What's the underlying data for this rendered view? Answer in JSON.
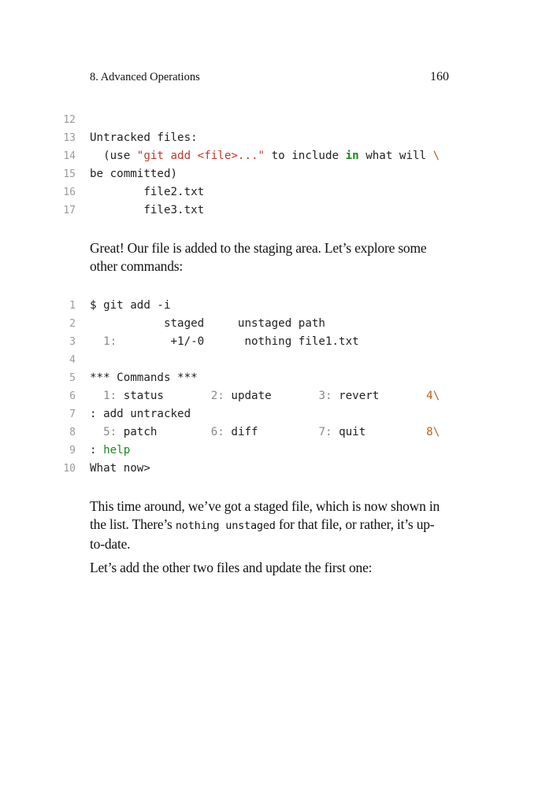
{
  "header": {
    "chapter": "8. Advanced Operations",
    "page_number": "160"
  },
  "code_block_1": {
    "line_numbers": [
      "12",
      "13",
      "14",
      "15",
      "16",
      "17"
    ],
    "lines": [
      "",
      "Untracked files:",
      "  (use \"git add <file>...\" to include in what will \\",
      "be committed)",
      "        file2.txt",
      "        file3.txt"
    ],
    "l14": {
      "pre": "  (use ",
      "str": "\"git add <file>...\"",
      "mid": " to include ",
      "kw": "in",
      "post": " what will ",
      "bs": "\\"
    }
  },
  "paragraph_1": "Great! Our file is added to the staging area. Let’s explore some other commands:",
  "code_block_2": {
    "line_numbers": [
      "1",
      "2",
      "3",
      "4",
      "5",
      "6",
      "7",
      "8",
      "9",
      "10"
    ],
    "l1": "$ git add -i",
    "l2": "           staged     unstaged path",
    "l3": {
      "num": "  1:",
      "rest": "        +1/-0      nothing file1.txt"
    },
    "l5": "*** Commands ***",
    "l6": {
      "n1": "  1:",
      "t1": " status       ",
      "n2": "2:",
      "t2": " update       ",
      "n3": "3:",
      "t3": " revert       ",
      "n4": "4",
      "bs": "\\"
    },
    "l7": ": add untracked",
    "l8": {
      "n1": "  5:",
      "t1": " patch        ",
      "n2": "6:",
      "t2": " diff         ",
      "n3": "7:",
      "t3": " quit         ",
      "n4": "8",
      "bs": "\\"
    },
    "l9": {
      "pre": ": ",
      "help": "help"
    },
    "l10": "What now>"
  },
  "paragraph_2": {
    "before": "This time around, we’ve got a staged file, which is now shown in the list. There’s ",
    "code": "nothing unstaged",
    "after": " for that file, or rather, it’s up-to-date."
  },
  "paragraph_3": "Let’s add the other two files and update the first one:"
}
